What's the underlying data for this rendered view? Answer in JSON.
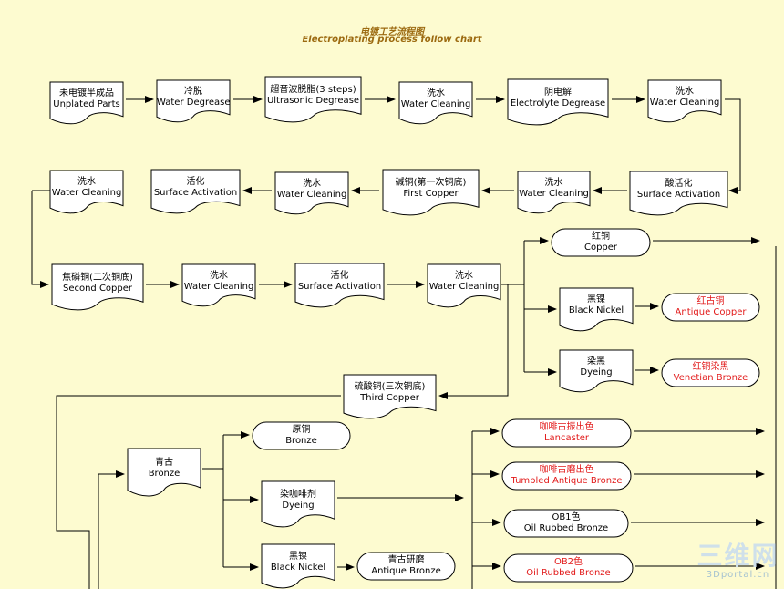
{
  "title": {
    "cn": "电镀工艺流程图",
    "en": "Electroplating process follow chart"
  },
  "nodes": [
    {
      "id": "n01",
      "shape": "doc",
      "cn": "未电镀半成品",
      "en": "Unplated Parts"
    },
    {
      "id": "n02",
      "shape": "doc",
      "cn": "冷脱",
      "en": "Water Degrease"
    },
    {
      "id": "n03",
      "shape": "doc",
      "cn": "超音波脱脂(3 steps)",
      "en": "Ultrasonic Degrease"
    },
    {
      "id": "n04",
      "shape": "doc",
      "cn": "洗水",
      "en": "Water Cleaning"
    },
    {
      "id": "n05",
      "shape": "doc",
      "cn": "阴电解",
      "en": "Electrolyte Degrease"
    },
    {
      "id": "n06",
      "shape": "doc",
      "cn": "洗水",
      "en": "Water Cleaning"
    },
    {
      "id": "n07",
      "shape": "doc",
      "cn": "酸活化",
      "en": "Surface Activation"
    },
    {
      "id": "n08",
      "shape": "doc",
      "cn": "洗水",
      "en": "Water Cleaning"
    },
    {
      "id": "n09",
      "shape": "doc",
      "cn": "碱铜(第一次铜底)",
      "en": "First Copper"
    },
    {
      "id": "n10",
      "shape": "doc",
      "cn": "洗水",
      "en": "Water Cleaning"
    },
    {
      "id": "n11",
      "shape": "doc",
      "cn": "活化",
      "en": "Surface Activation"
    },
    {
      "id": "n12",
      "shape": "doc",
      "cn": "洗水",
      "en": "Water Cleaning"
    },
    {
      "id": "n13",
      "shape": "doc",
      "cn": "焦磷铜(二次铜底)",
      "en": "Second Copper"
    },
    {
      "id": "n14",
      "shape": "doc",
      "cn": "洗水",
      "en": "Water Cleaning"
    },
    {
      "id": "n15",
      "shape": "doc",
      "cn": "活化",
      "en": "Surface Activation"
    },
    {
      "id": "n16",
      "shape": "doc",
      "cn": "洗水",
      "en": "Water Cleaning"
    },
    {
      "id": "n17",
      "shape": "term",
      "cn": "红铜",
      "en": "Copper"
    },
    {
      "id": "n18",
      "shape": "doc",
      "cn": "黑镍",
      "en": "Black Nickel"
    },
    {
      "id": "n19",
      "shape": "term",
      "cn": "红古铜",
      "en": "Antique Copper",
      "color": "red"
    },
    {
      "id": "n20",
      "shape": "doc",
      "cn": "染黑",
      "en": "Dyeing"
    },
    {
      "id": "n21",
      "shape": "term",
      "cn": "红铜染黑",
      "en": "Venetian Bronze",
      "color": "red"
    },
    {
      "id": "n22",
      "shape": "doc",
      "cn": "硫酸铜(三次铜底)",
      "en": "Third  Copper"
    },
    {
      "id": "n23",
      "shape": "doc",
      "cn": "青古",
      "en": "Bronze"
    },
    {
      "id": "n24",
      "shape": "term",
      "cn": "原铜",
      "en": "Bronze"
    },
    {
      "id": "n25",
      "shape": "doc",
      "cn": "染咖啡剂",
      "en": "Dyeing"
    },
    {
      "id": "n26",
      "shape": "doc",
      "cn": "黑镍",
      "en": "Black Nickel"
    },
    {
      "id": "n27",
      "shape": "term",
      "cn": "青古研磨",
      "en": "Antique Bronze"
    },
    {
      "id": "n28",
      "shape": "term",
      "cn": "咖啡古振出色",
      "en": "Lancaster",
      "color": "red"
    },
    {
      "id": "n29",
      "shape": "term",
      "cn": "咖啡古磨出色",
      "en": "Tumbled Antique Bronze",
      "color": "red"
    },
    {
      "id": "n30",
      "shape": "term",
      "cn": "OB1色",
      "en": "Oil Rubbed Bronze"
    },
    {
      "id": "n31",
      "shape": "term",
      "cn": "OB2色",
      "en": "Oil Rubbed Bronze",
      "color": "red"
    }
  ],
  "watermark": {
    "big": "三维网",
    "small": "3Dportal.cn"
  }
}
